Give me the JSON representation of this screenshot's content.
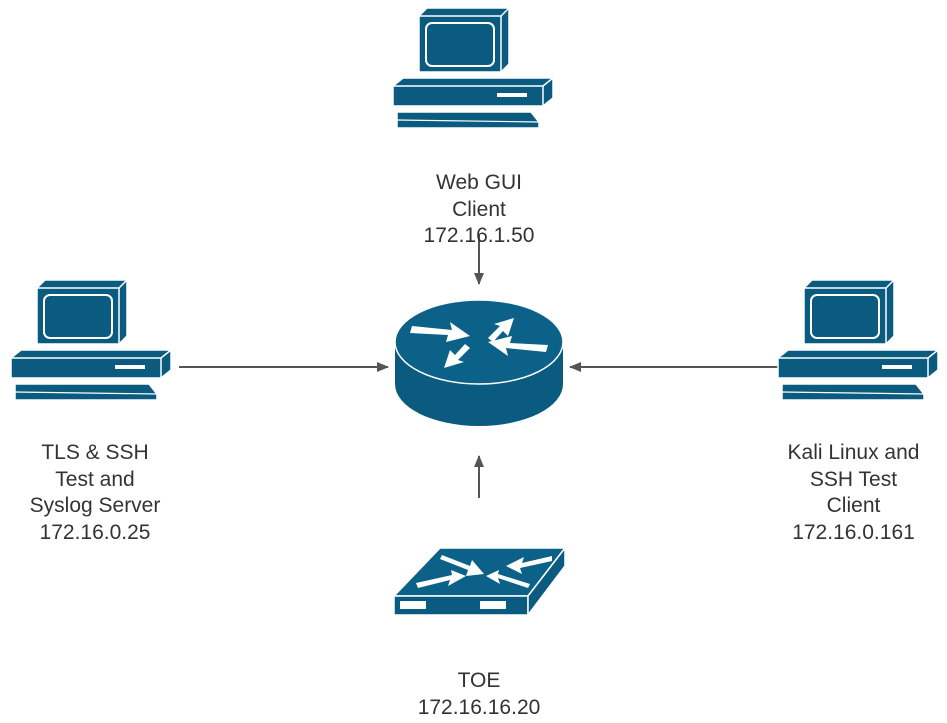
{
  "colors": {
    "device": "#0b6188",
    "device_fill": "#0b5b80",
    "highlight": "#ffffff",
    "connector": "#555555",
    "text": "#333333"
  },
  "nodes": {
    "web_gui_client": {
      "icon": "desktop-computer",
      "lines": [
        "Web GUI",
        "Client",
        "172.16.1.50"
      ]
    },
    "tls_ssh_syslog_server": {
      "icon": "desktop-computer",
      "lines": [
        "TLS & SSH",
        "Test and",
        "Syslog Server",
        "172.16.0.25"
      ]
    },
    "router": {
      "icon": "router"
    },
    "kali_linux_client": {
      "icon": "desktop-computer",
      "lines": [
        "Kali Linux and",
        "SSH Test",
        "Client",
        "172.16.0.161"
      ]
    },
    "toe": {
      "icon": "network-switch",
      "lines": [
        "TOE",
        "172.16.16.20"
      ]
    }
  },
  "connections": [
    {
      "from": "web_gui_client",
      "to": "router",
      "arrow": "end"
    },
    {
      "from": "tls_ssh_syslog_server",
      "to": "router",
      "arrow": "end"
    },
    {
      "from": "kali_linux_client",
      "to": "router",
      "arrow": "end"
    },
    {
      "from": "toe",
      "to": "router",
      "arrow": "end"
    }
  ]
}
